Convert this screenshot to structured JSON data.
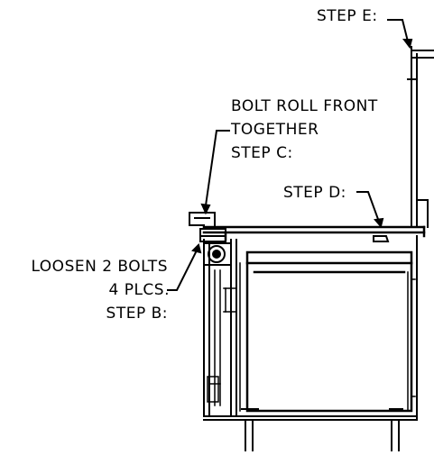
{
  "labels": {
    "step_e": "STEP E:",
    "bolt_roll_line1": "BOLT ROLL FRONT",
    "bolt_roll_line2": "TOGETHER",
    "step_c": "STEP C:",
    "step_d": "STEP D:",
    "loosen_line1": "LOOSEN 2 BOLTS",
    "loosen_line2": "4 PLCS.",
    "step_b": "STEP B:"
  },
  "colors": {
    "ink": "#000000",
    "paper": "#ffffff"
  }
}
